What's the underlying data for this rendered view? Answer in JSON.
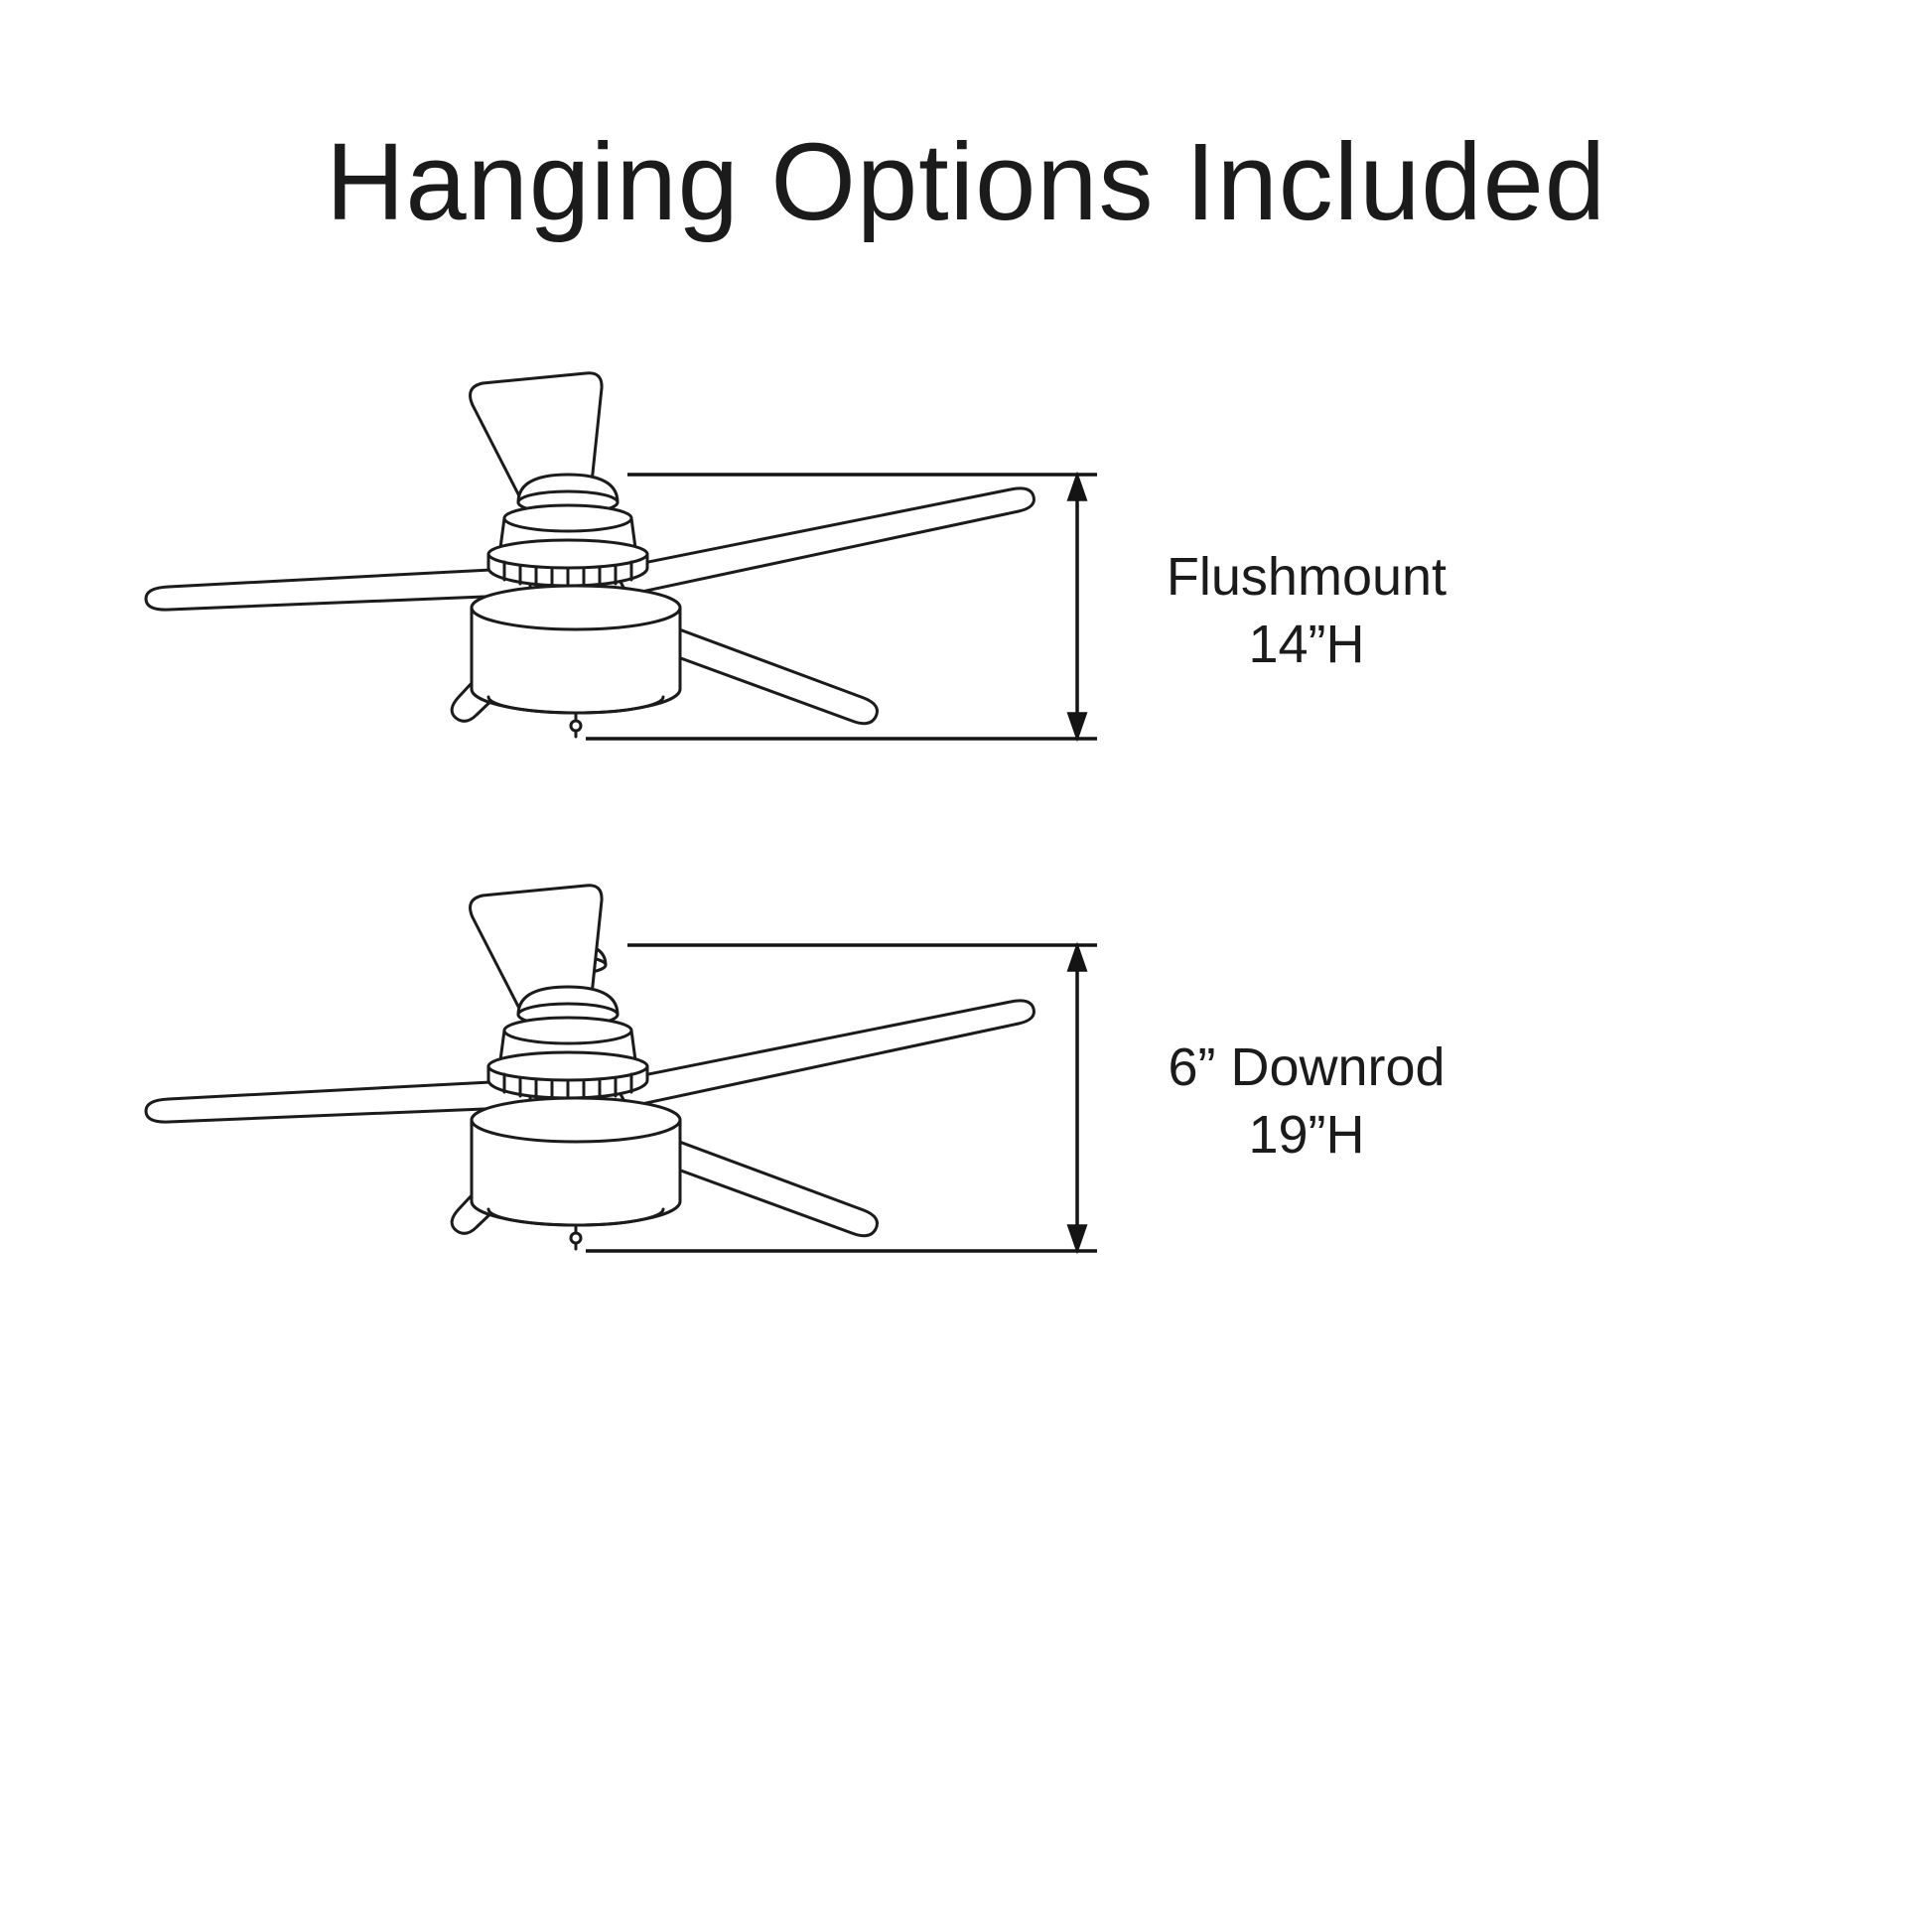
{
  "title": "Hanging Options Included",
  "options": [
    {
      "name": "Flushmount",
      "height": "14”H"
    },
    {
      "name": "6” Downrod",
      "height": "19”H"
    }
  ]
}
